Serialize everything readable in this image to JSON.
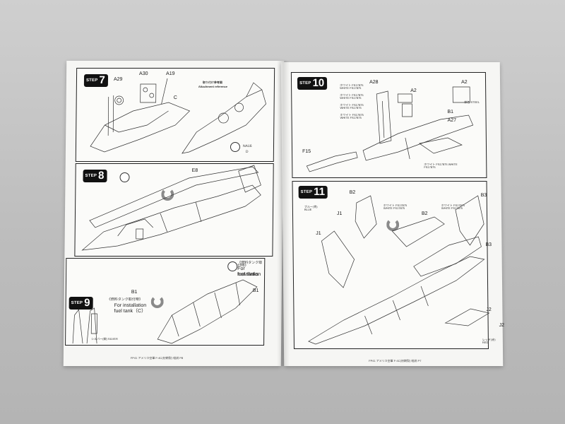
{
  "left_page": {
    "step7": {
      "label": "STEP",
      "number": "7",
      "parts": [
        "A29",
        "A30",
        "A19",
        "C"
      ],
      "ref_title": "取り付け参考図",
      "ref_subtitle": "Attachment reference",
      "ref_parts": [
        "NA16",
        "D"
      ]
    },
    "step8": {
      "label": "STEP",
      "number": "8",
      "parts": [
        "E8"
      ]
    },
    "step9": {
      "label": "STEP",
      "number": "9",
      "parts": [
        "B1",
        "B1"
      ],
      "note1_jp": "《燃料タンク取付時》",
      "note1_en": "For installation",
      "note1_en2": "fuel tank（C）",
      "note2_jp": "《燃料タンク取付時》",
      "note2_en": "For installation",
      "note2_en2": "fuel tanks",
      "paint": "シルバー(銀) SILVER"
    },
    "footer": "FP41 アメリカ空軍 F-4C(初期型) 組説 P8"
  },
  "right_page": {
    "step10": {
      "label": "STEP",
      "number": "10",
      "parts": [
        "A28",
        "A2",
        "A2",
        "B1",
        "A27",
        "F15"
      ],
      "paint1": "ホワイト FS17875 WHITE FS17875",
      "paint2": "ホワイト FS17875 WHITE FS17875",
      "paint3": "ホワイト FS17875 WHITE FS17875",
      "paint4": "ホワイト FS17875 WHITE FS17875",
      "paint5": "鉄色 STEEL",
      "paint6": "ホワイト FS17875 WHITE FS17875"
    },
    "step11": {
      "label": "STEP",
      "number": "11",
      "parts": [
        "B2",
        "J1",
        "J1",
        "B2",
        "B3",
        "B3",
        "J2",
        "J2"
      ],
      "paint1": "ブルー(青) BLUE",
      "paint2": "ホワイト FS17875 WHITE FS17875",
      "paint3": "ホワイト FS17875 WHITE FS17875",
      "paint4": "レッド(赤) RED"
    },
    "footer": "FP41 アメリカ空軍 F-4C(初期型) 組説 P7"
  }
}
